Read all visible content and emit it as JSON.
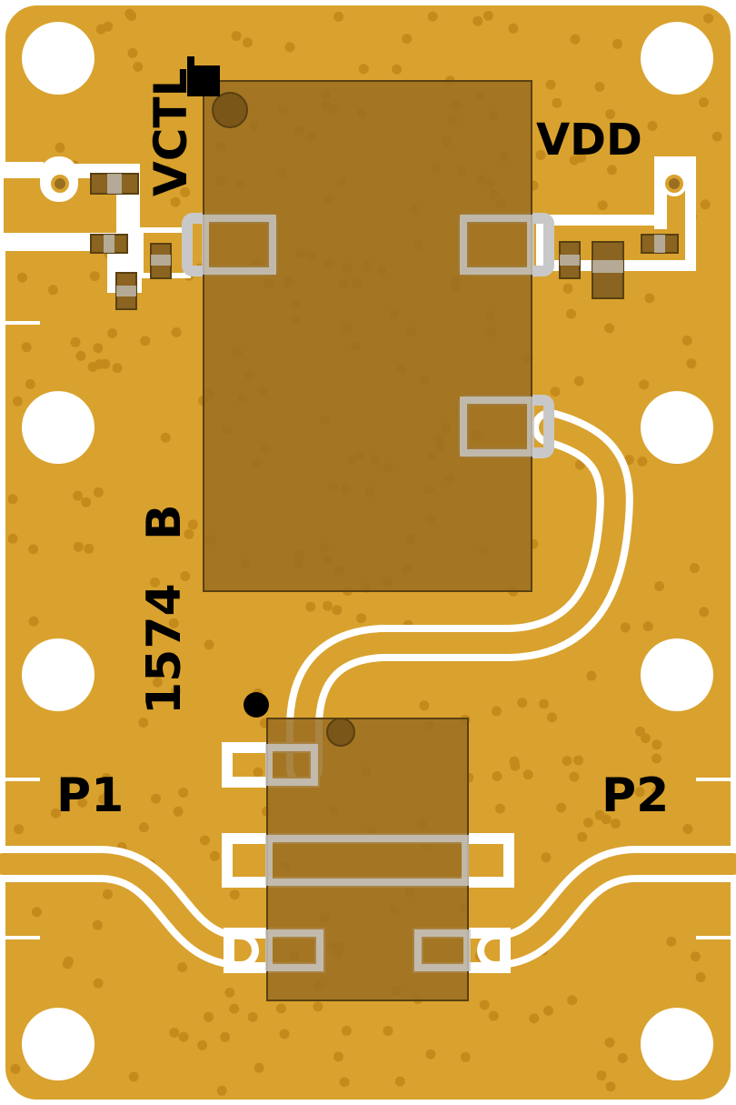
{
  "board": {
    "part_number": "1574",
    "revision": "B",
    "labels": {
      "vctl": "VCTL",
      "vdd": "VDD",
      "p1": "P1",
      "p2": "P2"
    }
  },
  "colors": {
    "board": "#d9a22e",
    "edge": "#ffffff",
    "vias": "#c58a1c",
    "ic_body": "#9a6f21",
    "trace": "#ffffff",
    "pad_outline": "#c8c8c8",
    "component": "#8a6420",
    "silkscreen": "#000000"
  }
}
